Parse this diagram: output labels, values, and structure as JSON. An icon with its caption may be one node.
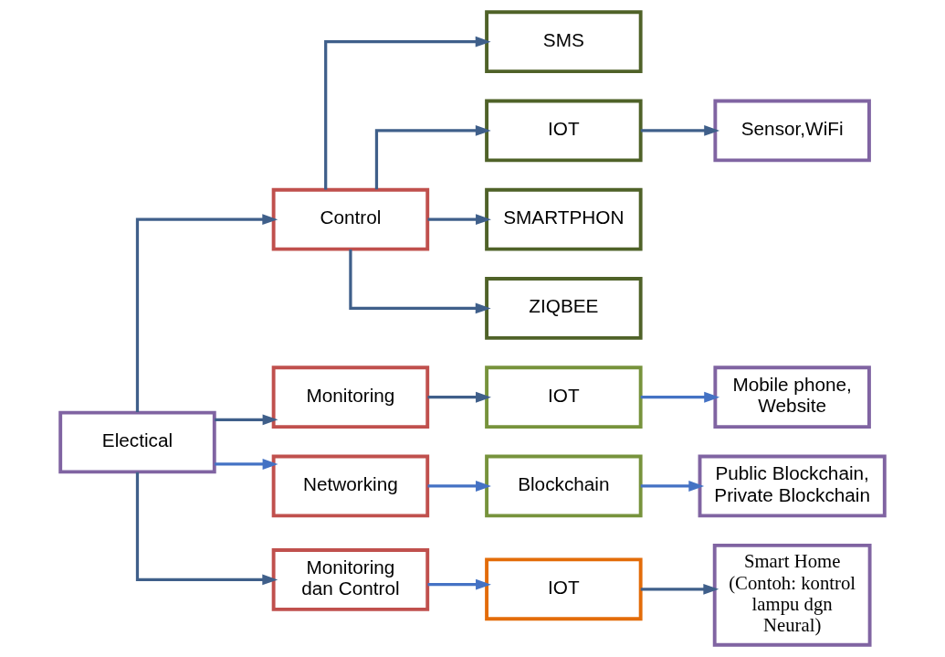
{
  "diagram": {
    "nodes": [
      {
        "text": [
          "Electical"
        ]
      },
      {
        "text": [
          "Control"
        ]
      },
      {
        "text": [
          "SMS"
        ]
      },
      {
        "text": [
          "IOT"
        ]
      },
      {
        "text": [
          "SMARTPHON"
        ]
      },
      {
        "text": [
          "ZIQBEE"
        ]
      },
      {
        "text": [
          "Sensor,WiFi"
        ]
      },
      {
        "text": [
          "Monitoring"
        ]
      },
      {
        "text": [
          "IOT"
        ]
      },
      {
        "text": [
          "Mobile phone, Website"
        ]
      },
      {
        "text": [
          "Networking"
        ]
      },
      {
        "text": [
          "Blockchain"
        ]
      },
      {
        "text": [
          "Public Blockchain, Private Blockchain"
        ]
      },
      {
        "text": [
          "Monitoring dan Control"
        ]
      },
      {
        "text": [
          "IOT"
        ]
      },
      {
        "text": [
          "Smart Home (Contoh: kontrol lampu dgn Neural)"
        ]
      }
    ],
    "edges": [
      {
        "from": 0,
        "to": 1,
        "arrow": "to"
      },
      {
        "from": 0,
        "to": 7,
        "arrow": "to"
      },
      {
        "from": 0,
        "to": 10,
        "arrow": "to",
        "color": "#4472c4"
      },
      {
        "from": 0,
        "to": 13,
        "arrow": "to"
      },
      {
        "from": 1,
        "to": 2,
        "arrow": "to"
      },
      {
        "from": 1,
        "to": 3,
        "arrow": "to"
      },
      {
        "from": 1,
        "to": 4,
        "arrow": "to"
      },
      {
        "from": 1,
        "to": 5,
        "arrow": "to"
      },
      {
        "from": 3,
        "to": 6,
        "arrow": "to"
      },
      {
        "from": 7,
        "to": 8,
        "arrow": "to"
      },
      {
        "from": 8,
        "to": 9,
        "arrow": "to",
        "color": "#4472c4"
      },
      {
        "from": 10,
        "to": 11,
        "arrow": "to",
        "color": "#4472c4"
      },
      {
        "from": 11,
        "to": 12,
        "arrow": "to",
        "color": "#4472c4"
      },
      {
        "from": 13,
        "to": 14,
        "arrow": "to",
        "color": "#4472c4"
      },
      {
        "from": 14,
        "to": 15,
        "arrow": "to"
      }
    ]
  }
}
